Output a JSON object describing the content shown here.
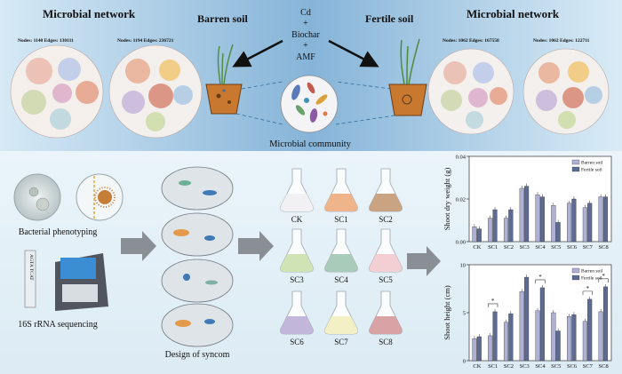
{
  "top": {
    "left_network_title": "Microbial network",
    "right_network_title": "Microbial network",
    "barren_soil": "Barren soil",
    "fertile_soil": "Fertile soil",
    "treatment": {
      "cd": "Cd",
      "plus1": "+",
      "biochar": "Biochar",
      "plus2": "+",
      "amf": "AMF"
    },
    "microbial_community": "Microbial community",
    "networks": [
      {
        "stats": "Nodes: 1140 Edges: 130111"
      },
      {
        "stats": "Nodes: 1194 Edges: 236721"
      },
      {
        "stats": "Nodes: 1062 Edges: 167558"
      },
      {
        "stats": "Nodes: 1062 Edges: 122711"
      }
    ]
  },
  "bottom": {
    "bacterial_phenotyping": "Bacterial phenotyping",
    "sequencing": "16S rRNA sequencing",
    "dna_letters": "AGTA TCAT",
    "design_of_syncom": "Design of syncom",
    "flasks": [
      {
        "label": "CK",
        "color": "#f1f1f3"
      },
      {
        "label": "SC1",
        "color": "#f0b48a"
      },
      {
        "label": "SC2",
        "color": "#caa383"
      },
      {
        "label": "SC3",
        "color": "#cfe3b4"
      },
      {
        "label": "SC4",
        "color": "#a9cbb9"
      },
      {
        "label": "SC5",
        "color": "#f3cfd3"
      },
      {
        "label": "SC6",
        "color": "#c2b6da"
      },
      {
        "label": "SC7",
        "color": "#f2f0c4"
      },
      {
        "label": "SC8",
        "color": "#d9a2a5"
      }
    ]
  },
  "chart_data": [
    {
      "type": "bar",
      "title": "",
      "ylabel": "Shoot dry weight (g)",
      "xlabel": "",
      "categories": [
        "CK",
        "SC1",
        "SC2",
        "SC3",
        "SC4",
        "SC5",
        "SC6",
        "SC7",
        "SC8"
      ],
      "ylim": [
        0,
        0.04
      ],
      "yticks": [
        0,
        0.02,
        0.04
      ],
      "ytick_labels": [
        "0.00",
        "0.02",
        "0.04"
      ],
      "legend_position": "top-right",
      "series": [
        {
          "name": "Barren soil",
          "color": "#aeb0d4",
          "values": [
            0.007,
            0.011,
            0.011,
            0.025,
            0.022,
            0.017,
            0.018,
            0.016,
            0.021
          ]
        },
        {
          "name": "Fertile soil",
          "color": "#5d6b92",
          "values": [
            0.006,
            0.015,
            0.015,
            0.026,
            0.021,
            0.009,
            0.02,
            0.018,
            0.021
          ]
        }
      ]
    },
    {
      "type": "bar",
      "title": "",
      "ylabel": "Shoot height (cm)",
      "xlabel": "",
      "categories": [
        "CK",
        "SC1",
        "SC2",
        "SC3",
        "SC4",
        "SC5",
        "SC6",
        "SC7",
        "SC8"
      ],
      "ylim": [
        0,
        10
      ],
      "yticks": [
        0,
        5,
        10
      ],
      "ytick_labels": [
        "0",
        "5",
        "10"
      ],
      "legend_position": "top-right",
      "significance_marks": [
        "SC1",
        "SC4",
        "SC7",
        "SC8"
      ],
      "significance_symbol": "*",
      "series": [
        {
          "name": "Barren soil",
          "color": "#aeb0d4",
          "values": [
            2.3,
            2.6,
            4.0,
            7.2,
            5.2,
            5.0,
            4.6,
            4.1,
            5.1
          ]
        },
        {
          "name": "Fertile soil",
          "color": "#5d6b92",
          "values": [
            2.5,
            5.1,
            4.9,
            8.7,
            7.6,
            3.1,
            4.8,
            6.4,
            7.7
          ]
        }
      ]
    }
  ]
}
